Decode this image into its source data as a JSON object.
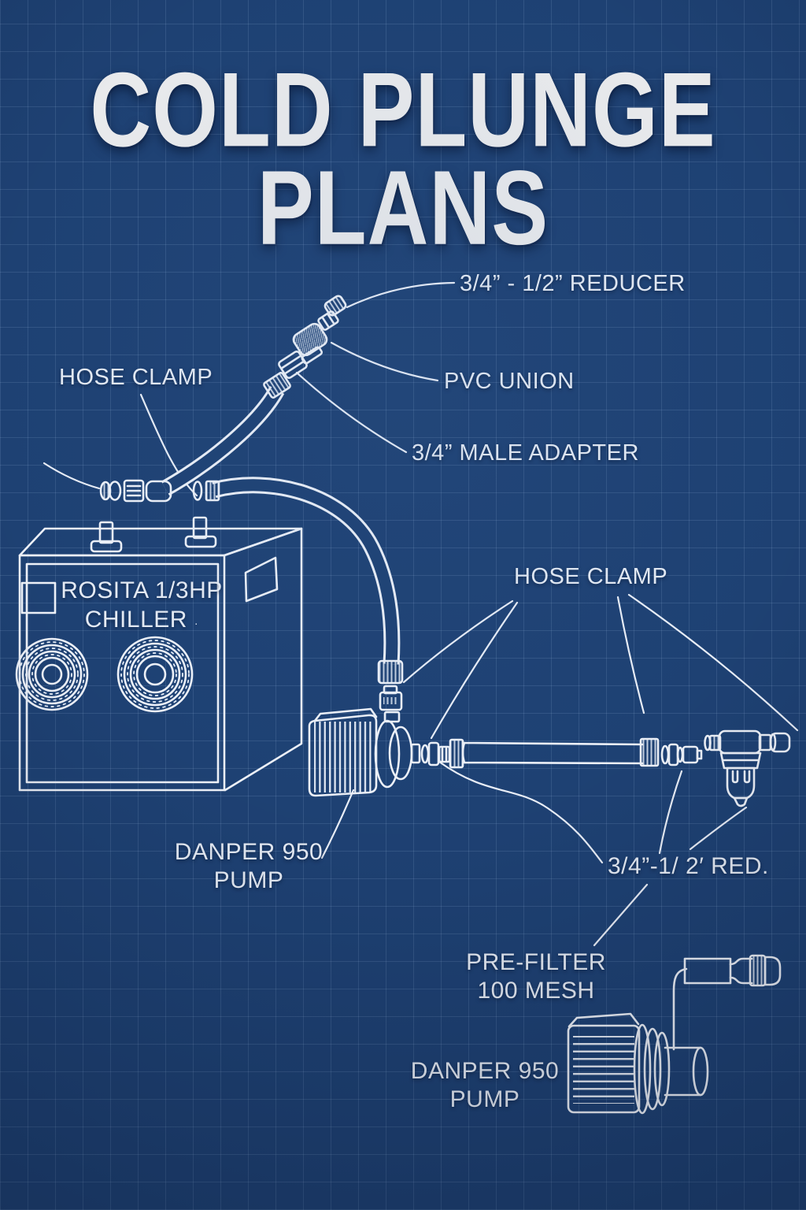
{
  "title": {
    "line1": "COLD PLUNGE",
    "line2": "PLANS"
  },
  "labels": {
    "reducer_top": "3/4” - 1/2” REDUCER",
    "hose_clamp_left": "HOSE CLAMP",
    "pvc_union": "PVC UNION",
    "male_adapter": "3/4” MALE ADAPTER",
    "chiller_line1": "ROSITA 1/3HP",
    "chiller_line2": "CHILLER",
    "chiller_mark": "·",
    "hose_clamp_right": "HOSE CLAMP",
    "pump1_line1": "DANPER 950",
    "pump1_line2": "PUMP",
    "reducer_bottom": "3/4”-1/ 2′ RED.",
    "prefilter_line1": "PRE-FILTER",
    "prefilter_line2": "100 MESH",
    "pump2_line1": "DANPER 950",
    "pump2_line2": "PUMP"
  },
  "colors": {
    "background": "#1e4173",
    "linework": "#edf1f8",
    "text": "#e5ebf4"
  }
}
